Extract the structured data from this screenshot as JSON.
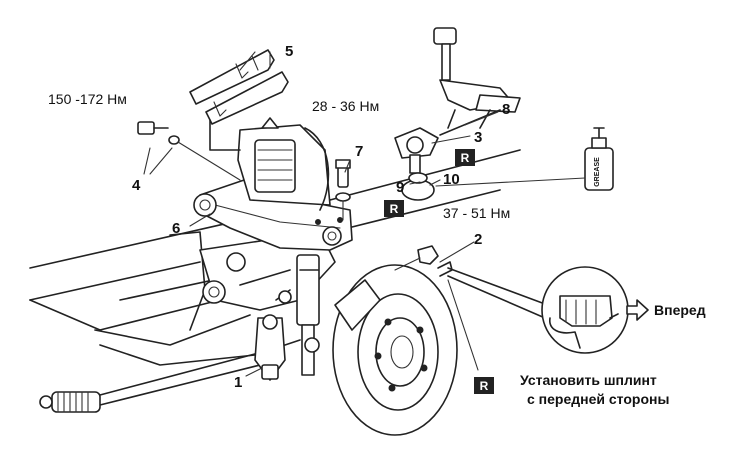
{
  "torques": {
    "bolt_4": "150 -172 Нм",
    "bolt_7": "28 - 36 Нм",
    "nut_2": "37 - 51 Нм"
  },
  "callouts": {
    "c1": "1",
    "c2": "2",
    "c3": "3",
    "c4": "4",
    "c5": "5",
    "c6": "6",
    "c7": "7",
    "c8": "8",
    "c9": "9",
    "c10": "10"
  },
  "replace_marker": "R",
  "inset": {
    "direction_label": "Вперед",
    "instruction_line1": "Установить шплинт",
    "instruction_line2": "с передней стороны"
  },
  "grease_can_label": "GREASE"
}
